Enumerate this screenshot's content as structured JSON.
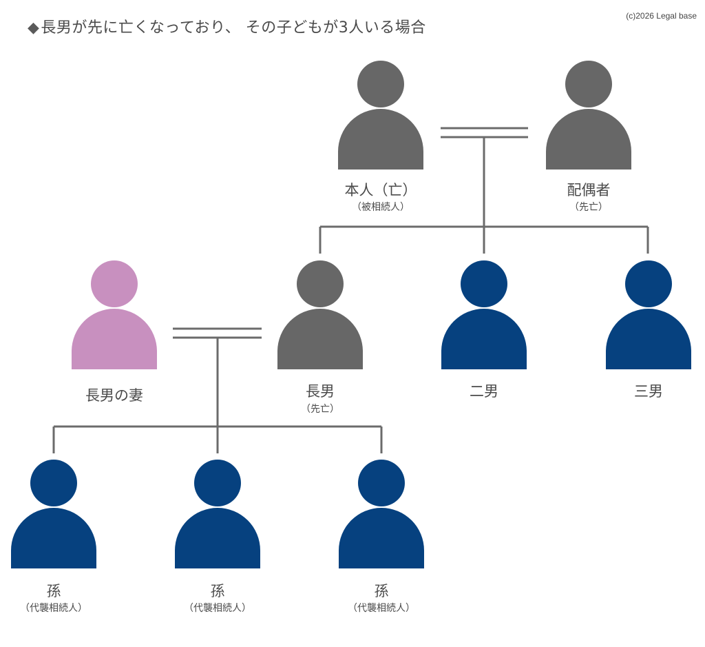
{
  "title": "長男が先に亡くなっており、 その子どもが3人いる場合",
  "title_marker": "◆",
  "copyright": "(c)2026 Legal base",
  "colors": {
    "deceased": "#676767",
    "heir": "#06417F",
    "spouse": "#C890BF",
    "line": "#6b6b6b"
  },
  "people": {
    "principal": {
      "label": "本人（亡）",
      "sub": "（被相続人）"
    },
    "spouse": {
      "label": "配偶者",
      "sub": "（先亡）"
    },
    "eldest_son": {
      "label": "長男",
      "sub": "（先亡）"
    },
    "eldest_son_wife": {
      "label": "長男の妻"
    },
    "second_son": {
      "label": "二男"
    },
    "third_son": {
      "label": "三男"
    },
    "grandchild_1": {
      "label": "孫",
      "sub": "（代襲相続人）"
    },
    "grandchild_2": {
      "label": "孫",
      "sub": "（代襲相続人）"
    },
    "grandchild_3": {
      "label": "孫",
      "sub": "（代襲相続人）"
    }
  }
}
